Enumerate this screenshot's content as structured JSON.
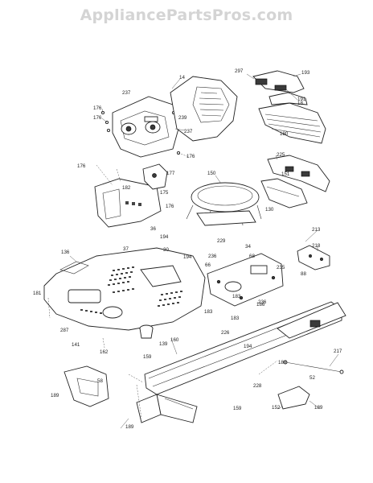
{
  "watermark": "AppliancePartsPros.com",
  "callouts": {
    "c14": "14",
    "c18": "18",
    "c30": "30",
    "c34": "34",
    "c36": "36",
    "c37": "37",
    "c52": "52",
    "c58": "58",
    "c68": "68",
    "c130": "130",
    "c136": "136",
    "c139": "139",
    "c141": "141",
    "c150": "150",
    "c151": "151",
    "c152": "152",
    "c159": "159",
    "c159b": "159",
    "c160": "160",
    "c162": "162",
    "c175": "175",
    "c176a": "176",
    "c176b": "176",
    "c176c": "176",
    "c176d": "176",
    "c176e": "176",
    "c177": "177",
    "c181": "181",
    "c182": "182",
    "c183a": "183",
    "c183b": "183",
    "c186": "186",
    "c189a": "189",
    "c189b": "189",
    "c189c": "189",
    "c189d": "189",
    "c190": "190",
    "c191": "191",
    "c193": "193",
    "c194a": "194",
    "c194b": "194",
    "c194c": "194",
    "c213": "213",
    "c217": "217",
    "c218": "218",
    "c225": "225",
    "c226": "226",
    "c228": "228",
    "c229": "229",
    "c235": "235",
    "c236a": "236",
    "c236b": "236",
    "c237a": "237",
    "c237b": "237",
    "c287": "287",
    "c297": "297",
    "c66": "66",
    "c88": "88",
    "c180": "180",
    "c239": "239",
    "c183c": "183"
  }
}
